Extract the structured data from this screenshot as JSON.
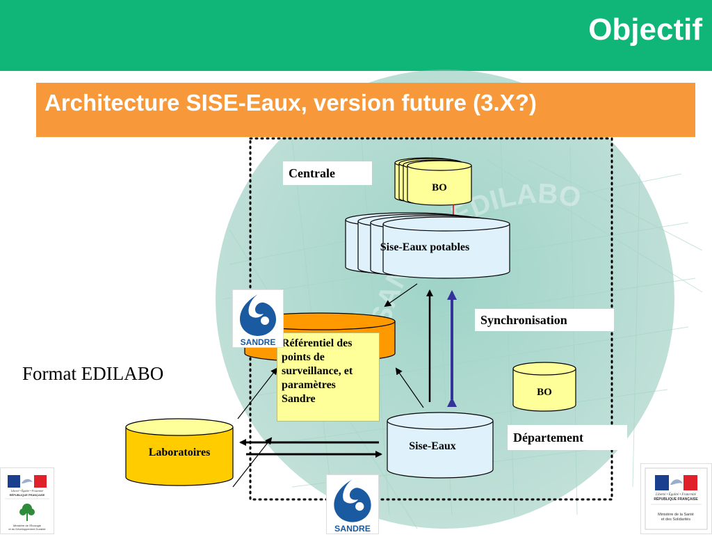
{
  "slide": {
    "title": "Objectif",
    "subtitle": "Architecture SISE-Eaux, version future (3.X?)"
  },
  "diagram": {
    "centrale_label": "Centrale",
    "bo_top_label": "BO",
    "sise_eaux_potables_label": "Sise-Eaux potables",
    "synchronisation_label": "Synchronisation",
    "referentiel_lines": [
      "Référentiel des",
      "points de",
      "surveillance, et",
      "paramètres",
      "Sandre"
    ],
    "bo_right_label": "BO",
    "departement_label": "Département",
    "sise_eaux_label": "Sise-Eaux",
    "laboratoires_label": "Laboratoires",
    "format_label": "Format EDILABO"
  },
  "logos": {
    "sandre_text": "SANDRE",
    "watermark_text": "SANDRE EDILABO",
    "left_ministry_motto": "Liberté • Égalité • Fraternité",
    "left_ministry_republic": "RÉPUBLIQUE FRANÇAISE",
    "left_ministry_name_1": "Ministère de l'Écologie",
    "left_ministry_name_2": "et du Développement Durable",
    "right_ministry_motto": "Liberté • Égalité • Fraternité",
    "right_ministry_republic": "RÉPUBLIQUE FRANÇAISE",
    "right_ministry_name_1": "Ministère de la Santé",
    "right_ministry_name_2": "et des Solidarités"
  },
  "colors": {
    "header_green": "#10b678",
    "subtitle_orange": "#f7993a",
    "cylinder_blue": "#dff1fa",
    "cylinder_yellow": "#ffff99",
    "cylinder_gold": "#ffcc00",
    "cylinder_orange": "#ff9900",
    "sync_arrow": "#333399",
    "red_arrow": "#e00000"
  }
}
